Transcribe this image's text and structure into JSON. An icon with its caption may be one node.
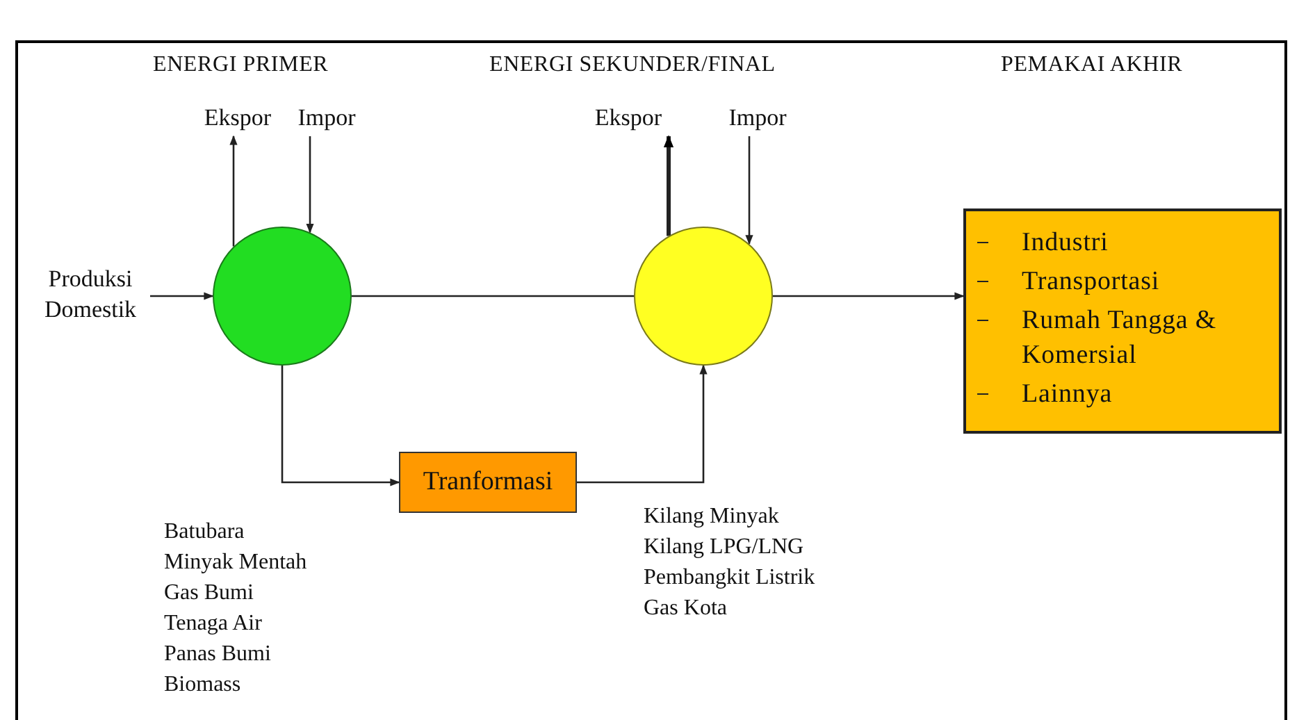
{
  "diagram": {
    "nodes": [
      {
        "text": [
          "Produksi Domestik"
        ]
      },
      {
        "text": [],
        "shape": "circle",
        "beside": [
          "Batubara",
          "Minyak Mentah",
          "Gas Bumi",
          "Tenaga Air",
          "Panas Bumi",
          "Biomass"
        ]
      },
      {
        "text": [
          "Ekspor"
        ]
      },
      {
        "text": [
          "Impor"
        ]
      },
      {
        "text": [],
        "shape": "circle",
        "beside": [
          "Kilang Minyak",
          "Kilang LPG/LNG",
          "Pembangkit Listrik",
          "Gas Kota"
        ]
      },
      {
        "text": [
          "Ekspor"
        ]
      },
      {
        "text": [
          "Impor"
        ]
      },
      {
        "text": [
          "Tranformasi"
        ]
      },
      {
        "text": [
          "Industri",
          "Transportasi",
          "Rumah Tangga & Komersial",
          "Lainnya"
        ]
      }
    ],
    "edges": [
      {
        "from": 0,
        "to": 1,
        "arrow": "to"
      },
      {
        "from": 1,
        "to": 2,
        "arrow": "to"
      },
      {
        "from": 3,
        "to": 1,
        "arrow": "to"
      },
      {
        "from": 1,
        "to": 4,
        "arrow": "none"
      },
      {
        "from": 4,
        "to": 5,
        "arrow": "to",
        "style": "thick"
      },
      {
        "from": 6,
        "to": 4,
        "arrow": "to"
      },
      {
        "from": 4,
        "to": 8,
        "arrow": "to"
      },
      {
        "from": 1,
        "to": 7,
        "arrow": "to"
      },
      {
        "from": 7,
        "to": 4,
        "arrow": "to"
      }
    ],
    "labels": [
      "ENERGI PRIMER",
      "ENERGI SEKUNDER/FINAL",
      "PEMAKAI AKHIR"
    ]
  }
}
